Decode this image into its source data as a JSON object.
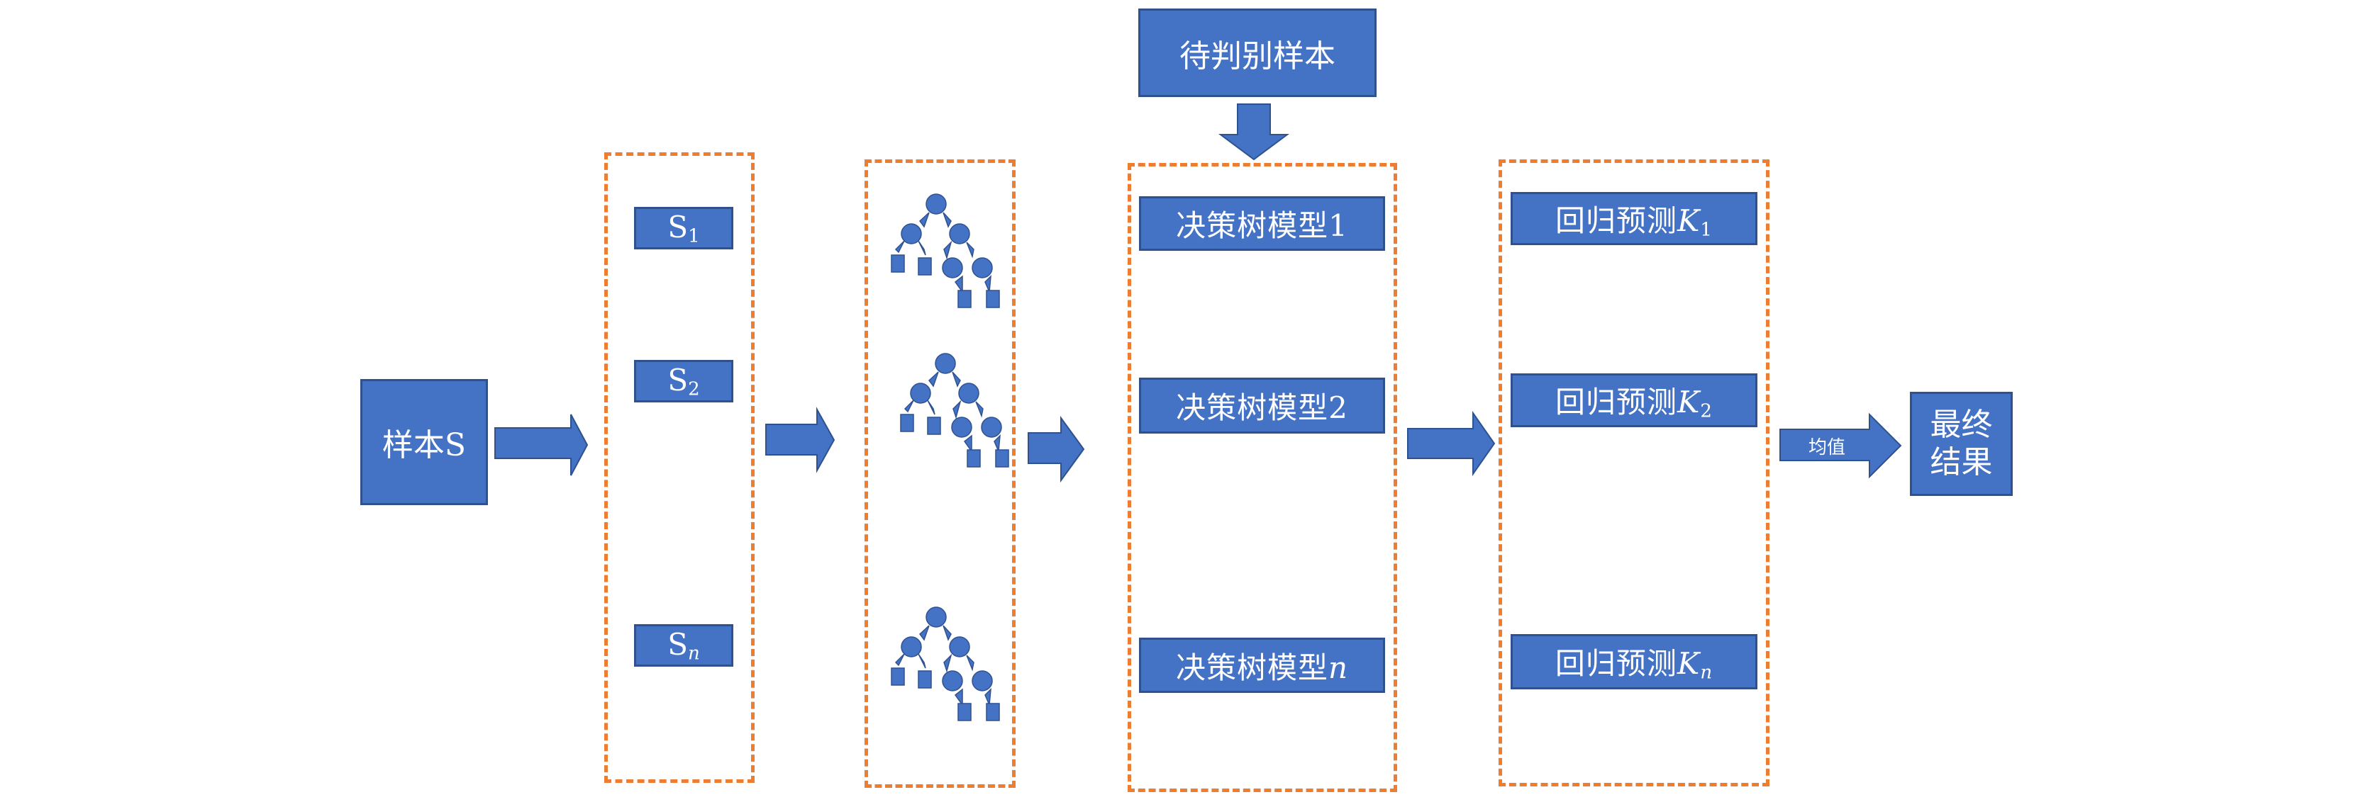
{
  "colors": {
    "box_fill": "#4472c4",
    "box_border": "#2f528f",
    "dash": "#ed7d31"
  },
  "input": {
    "sample_label": "样本S"
  },
  "query": {
    "label": "待判别样本",
    "arrow_icon": "down-arrow"
  },
  "subsets": {
    "items": [
      {
        "base": "S",
        "sub": "1"
      },
      {
        "base": "S",
        "sub": "2"
      },
      {
        "base": "S",
        "sub": "n"
      }
    ]
  },
  "trees": {
    "icon": "decision-tree-icon",
    "count": 3
  },
  "models": {
    "items": [
      {
        "base": "决策树模型",
        "idx": "1"
      },
      {
        "base": "决策树模型",
        "idx": "2"
      },
      {
        "base": "决策树模型",
        "idx": "n"
      }
    ]
  },
  "predictions": {
    "items": [
      {
        "base": "回归预测",
        "var": "K",
        "sub": "1"
      },
      {
        "base": "回归预测",
        "var": "K",
        "sub": "2"
      },
      {
        "base": "回归预测",
        "var": "K",
        "sub": "n"
      }
    ]
  },
  "aggregate": {
    "arrow_label": "均值"
  },
  "result": {
    "line1": "最终",
    "line2": "结果"
  }
}
